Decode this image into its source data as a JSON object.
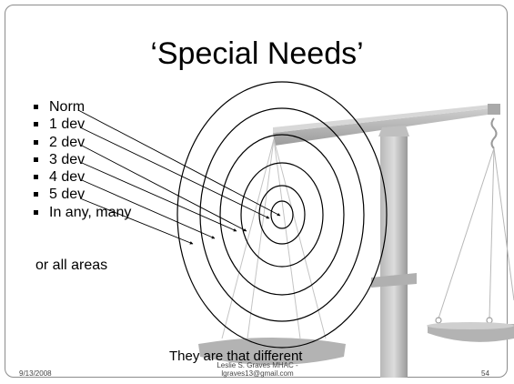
{
  "slide": {
    "title": "‘Special Needs’",
    "bullets": [
      {
        "label": "Norm"
      },
      {
        "label": "1 dev"
      },
      {
        "label": "2 dev"
      },
      {
        "label": "3 dev"
      },
      {
        "label": "4 dev"
      },
      {
        "label": "5 dev"
      },
      {
        "label": "In any, many"
      }
    ],
    "bullet_continuation": "or all areas",
    "caption": "They are that different",
    "footer": {
      "date": "9/13/2008",
      "author": "Leslie S. Graves MHAC -",
      "email": "lgraves13@gmail.com",
      "page_number": "54"
    }
  },
  "graphic": {
    "type": "concentric-deviation-circles",
    "rings": 6,
    "background_image": "scales-of-justice"
  },
  "colors": {
    "scale_metal": "#a6a6a6",
    "scale_dark": "#8a8a8a",
    "text": "#000000",
    "border": "#8c8c8c"
  }
}
